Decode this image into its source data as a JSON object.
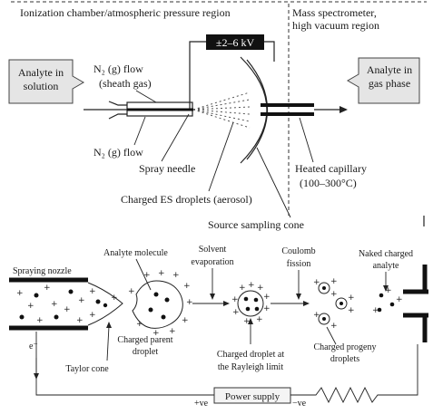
{
  "top": {
    "region_left": "Ionization chamber/atmospheric pressure region",
    "region_right_line1": "Mass spectrometer,",
    "region_right_line2": "high vacuum region",
    "voltage": "±2–6 kV",
    "analyte_in_line1": "Analyte in",
    "analyte_in_line2": "solution",
    "analyte_out_line1": "Analyte in",
    "analyte_out_line2": "gas phase",
    "n2_sheath_line1": "N₂ (g) flow",
    "n2_sheath_line2": "(sheath gas)",
    "n2_flow": "N₂ (g) flow",
    "spray_needle": "Spray needle",
    "charged_droplets": "Charged ES droplets (aerosol)",
    "source_cone": "Source sampling cone",
    "heated_capillary_line1": "Heated capillary",
    "heated_capillary_line2": "(100–300°C)"
  },
  "bottom": {
    "spraying_nozzle": "Spraying nozzle",
    "analyte_molecule": "Analyte molecule",
    "solvent_line1": "Solvent",
    "solvent_line2": "evaporation",
    "coulomb_line1": "Coulomb",
    "coulomb_line2": "fission",
    "naked_line1": "Naked charged",
    "naked_line2": "analyte",
    "parent_line1": "Charged parent",
    "parent_line2": "droplet",
    "rayleigh_line1": "Charged droplet at",
    "rayleigh_line2": "the Rayleigh limit",
    "progeny_line1": "Charged progeny",
    "progeny_line2": "droplets",
    "taylor_cone": "Taylor cone",
    "electron": "e⁻",
    "power_supply": "Power supply",
    "plus_ve": "+ve",
    "minus_ve": "−ve"
  }
}
